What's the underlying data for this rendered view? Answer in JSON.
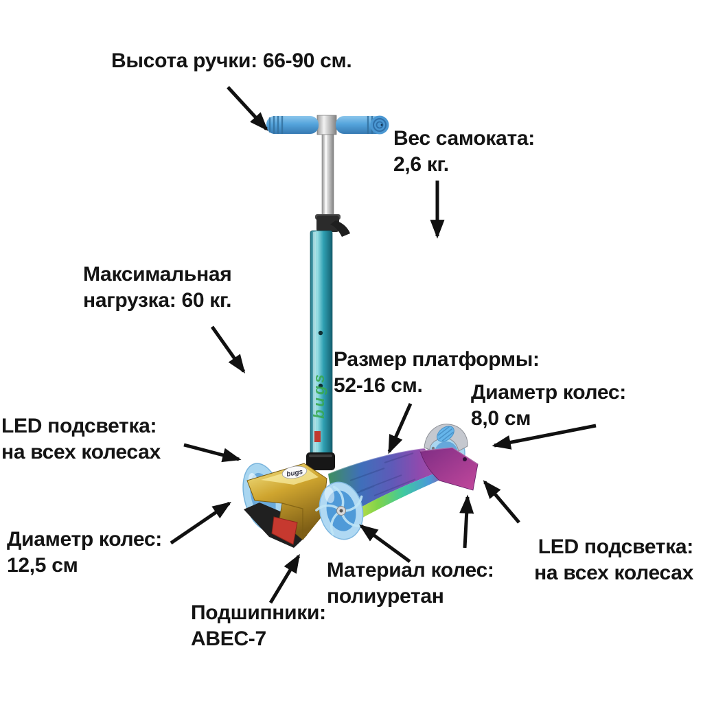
{
  "product": {
    "type": "three-wheel kick scooter",
    "brand_sticker": "bugs",
    "specs": {
      "handle_height_cm": "66-90",
      "weight_kg": "2,6",
      "max_load_kg": "60",
      "platform_size_cm": "52-16",
      "rear_wheel_diameter_cm": "8,0",
      "front_wheel_diameter_cm": "12,5",
      "bearings": "ABEC-7",
      "wheel_material": "полиуретан",
      "led": "на всех колесах"
    }
  },
  "labels": {
    "handle_height": {
      "line1": "Высота ручки: 66-90 см."
    },
    "weight": {
      "line1": "Вес самоката:",
      "line2": "2,6 кг."
    },
    "max_load": {
      "line1": "Максимальная",
      "line2": "нагрузка: 60 кг."
    },
    "platform_size": {
      "line1": "Размер платформы:",
      "line2": "52-16 см."
    },
    "wheel_diameter_rear": {
      "line1": "Диаметр колес:",
      "line2": "8,0 см"
    },
    "led_front": {
      "line1": "LED подсветка:",
      "line2": "на всех колесах"
    },
    "wheel_diameter_front": {
      "line1": "Диаметр колес:",
      "line2": "12,5 см"
    },
    "bearings": {
      "line1": "Подшипники:",
      "line2": "ABEC-7"
    },
    "wheel_material": {
      "line1": "Материал колес:",
      "line2": "полиуретан"
    },
    "led_rear": {
      "line1": "LED подсветка:",
      "line2": "на всех колесах"
    }
  },
  "colors": {
    "background": "#ffffff",
    "text": "#141414",
    "arrow": "#111111",
    "grip_blue": "#55a4dc",
    "stem_chrome": "#c9c9c9",
    "stem_teal": "#2fa0b2",
    "head_gold": "#cfa52f",
    "brake_red": "#c6392f",
    "deck_green": "#3f8f5f",
    "deck_blue": "#3f6fba",
    "deck_purple": "#8f4aae",
    "deck_magenta": "#b4489e",
    "wheel_blue": "#aed9f2",
    "wheel_core_blue": "#4f9ad8",
    "fender_silver": "#c5c8cf",
    "fender_pad_blue": "#66b5ea"
  }
}
